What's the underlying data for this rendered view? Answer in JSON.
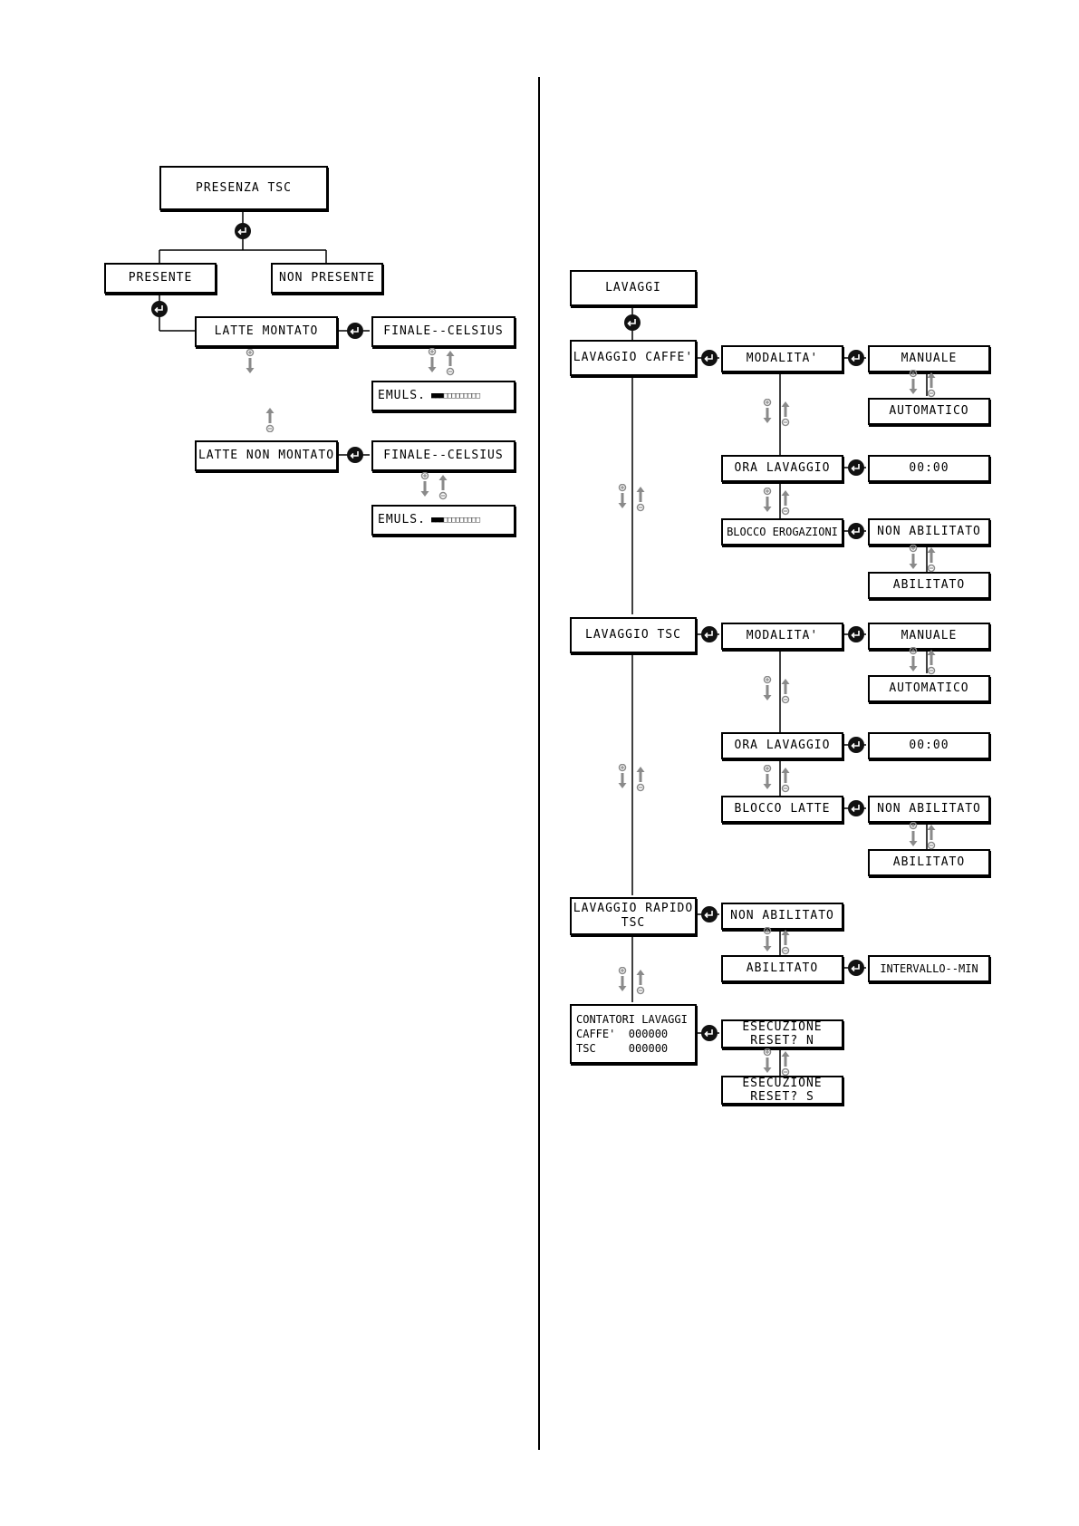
{
  "left": {
    "presenza_tsc": "PRESENZA TSC",
    "presente": "PRESENTE",
    "non_presente": "NON PRESENTE",
    "latte_montato": "LATTE MONTATO",
    "latte_non_montato": "LATTE NON MONTATO",
    "finale_celsius_1": "FINALE--CELSIUS",
    "finale_celsius_2": "FINALE--CELSIUS",
    "emuls_1": "EMULS.",
    "emuls_2": "EMULS.",
    "emuls_level": "3 of 12"
  },
  "right": {
    "lavaggi": "LAVAGGI",
    "lavaggio_caffe": "LAVAGGIO CAFFE'",
    "modalita_1": "MODALITA'",
    "manuale_1": "MANUALE",
    "automatico_1": "AUTOMATICO",
    "ora_lavaggio_1": "ORA LAVAGGIO",
    "time_1": "00:00",
    "blocco_erogazioni": "BLOCCO EROGAZIONI",
    "non_abilitato_1": "NON ABILITATO",
    "abilitato_1": "ABILITATO",
    "lavaggio_tsc": "LAVAGGIO TSC",
    "modalita_2": "MODALITA'",
    "manuale_2": "MANUALE",
    "automatico_2": "AUTOMATICO",
    "ora_lavaggio_2": "ORA LAVAGGIO",
    "time_2": "00:00",
    "blocco_latte": "BLOCCO LATTE",
    "non_abilitato_2": "NON ABILITATO",
    "abilitato_2": "ABILITATO",
    "lavaggio_rapido_tsc": "LAVAGGIO RAPIDO\nTSC",
    "non_abilitato_3": "NON ABILITATO",
    "abilitato_3": "ABILITATO",
    "intervallo_min": "INTERVALLO--MIN",
    "contatori": "CONTATORI LAVAGGI\nCAFFE'  000000\nTSC     000000",
    "esecuzione_reset_n": "ESECUZIONE\nRESET? N",
    "esecuzione_reset_s": "ESECUZIONE\nRESET? S"
  },
  "icons": {
    "enter": "enter-key-icon",
    "plus_down": "plus-down-arrow-icon",
    "minus_up": "minus-up-arrow-icon"
  },
  "colors": {
    "line": "#000000",
    "arrow": "#8a8a8a",
    "enter": "#111111"
  }
}
